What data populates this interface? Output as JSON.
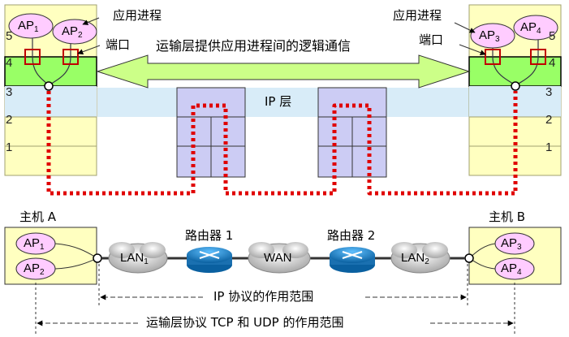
{
  "labels": {
    "app_process_left": "应用进程",
    "app_process_right": "应用进程",
    "port_left": "端口",
    "port_right": "端口",
    "transport_caption": "运输层提供应用进程间的逻辑通信",
    "ip_layer": "IP 层",
    "host_a": "主机  A",
    "host_b": "主机  B",
    "router_1": "路由器  1",
    "router_2": "路由器  2",
    "wan": "WAN",
    "lan1": "LAN",
    "lan1_sub": "1",
    "lan2": "LAN",
    "lan2_sub": "2",
    "ip_scope": "IP 协议的作用范围",
    "tcp_udp_scope": "运输层协议  TCP 和  UDP 的作用范围"
  },
  "hosts": {
    "a": {
      "stack_aps": [
        {
          "name": "AP",
          "sub": "1"
        },
        {
          "name": "AP",
          "sub": "2"
        }
      ],
      "bottom_aps": [
        {
          "name": "AP",
          "sub": "1"
        },
        {
          "name": "AP",
          "sub": "2"
        }
      ]
    },
    "b": {
      "stack_aps": [
        {
          "name": "AP",
          "sub": "3"
        },
        {
          "name": "AP",
          "sub": "4"
        }
      ],
      "bottom_aps": [
        {
          "name": "AP",
          "sub": "3"
        },
        {
          "name": "AP",
          "sub": "4"
        }
      ]
    }
  },
  "layers_left": [
    "5",
    "4",
    "3",
    "2",
    "1"
  ],
  "layers_right": [
    "5",
    "4",
    "3",
    "2",
    "1"
  ],
  "colors": {
    "stack": "#ffffc0",
    "transport": "#99ff66",
    "ip_band": "#d8ecf8",
    "router_box": "#ccccf4",
    "ap_ellipse": "#ffccff",
    "path": "#e00000",
    "port": "#c00000",
    "arrow": "#ccff88",
    "router_icon": "#2080c0"
  }
}
